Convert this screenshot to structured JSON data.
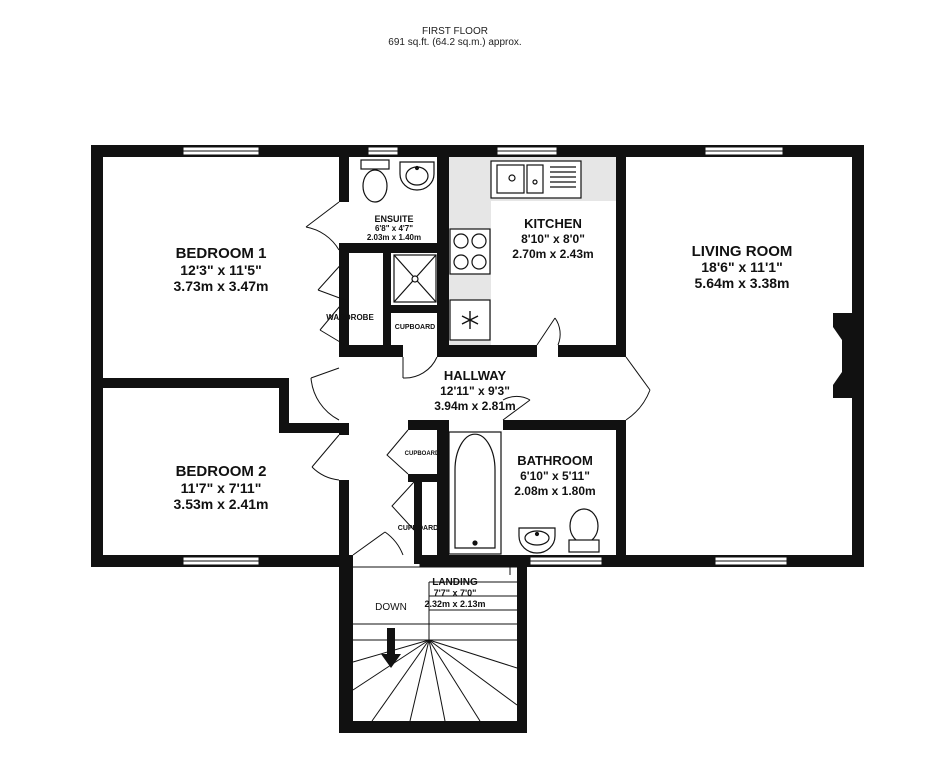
{
  "header": {
    "floor": "FIRST FLOOR",
    "area": "691 sq.ft. (64.2 sq.m.) approx."
  },
  "rooms": {
    "bedroom1": {
      "name": "BEDROOM 1",
      "imperial": "12'3\"  x 11'5\"",
      "metric": "3.73m  x 3.47m"
    },
    "bedroom2": {
      "name": "BEDROOM 2",
      "imperial": "11'7\"  x 7'11\"",
      "metric": "3.53m  x 2.41m"
    },
    "ensuite": {
      "name": "ENSUITE",
      "imperial": "6'8\"  x 4'7\"",
      "metric": "2.03m  x 1.40m"
    },
    "kitchen": {
      "name": "KITCHEN",
      "imperial": "8'10\"  x 8'0\"",
      "metric": "2.70m  x 2.43m"
    },
    "living": {
      "name": "LIVING ROOM",
      "imperial": "18'6\"  x 11'1\"",
      "metric": "5.64m  x 3.38m"
    },
    "hallway": {
      "name": "HALLWAY",
      "imperial": "12'11\"  x 9'3\"",
      "metric": "3.94m  x 2.81m"
    },
    "bathroom": {
      "name": "BATHROOM",
      "imperial": "6'10\"  x 5'11\"",
      "metric": "2.08m  x 1.80m"
    },
    "landing": {
      "name": "LANDING",
      "imperial": "7'7\"  x 7'0\"",
      "metric": "2.32m  x 2.13m"
    }
  },
  "labels": {
    "wardrobe": "WARDROBE",
    "cupboard_a": "CUPBOARD",
    "cupboard_b": "CUPBOARD",
    "cupboard_c": "CUPBOARD",
    "down": "DOWN"
  },
  "colors": {
    "wall": "#111111",
    "worktop": "#e6e6e6",
    "window": "#ffffff"
  }
}
